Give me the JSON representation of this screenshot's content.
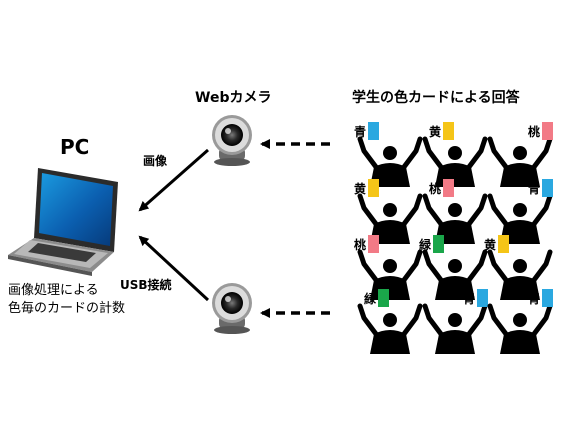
{
  "labels": {
    "pc": "PC",
    "camera_title": "Webカメラ",
    "students_title": "学生の色カードによる回答",
    "arrow_image": "画像",
    "arrow_usb": "USB接続",
    "processing_line1": "画像処理による",
    "processing_line2": "色毎のカードの計数"
  },
  "students": [
    {
      "word": "青",
      "color": "#2aa8e0",
      "side": "left"
    },
    {
      "word": "黄",
      "color": "#f5c518",
      "side": "left"
    },
    {
      "word": "桃",
      "color": "#f27a86",
      "side": "left"
    },
    {
      "word": "黄",
      "color": "#f5c518",
      "side": "left"
    },
    {
      "word": "桃",
      "color": "#f27a86",
      "side": "left"
    },
    {
      "word": "青",
      "color": "#2aa8e0",
      "side": "left"
    },
    {
      "word": "桃",
      "color": "#f27a86",
      "side": "left"
    },
    {
      "word": "緑",
      "color": "#1aa64a",
      "side": "left"
    },
    {
      "word": "黄",
      "color": "#f5c518",
      "side": "left"
    },
    {
      "word": "緑",
      "color": "#1aa64a",
      "side": "left"
    },
    {
      "word": "青",
      "color": "#2aa8e0",
      "side": "left"
    },
    {
      "word": "青",
      "color": "#2aa8e0",
      "side": "left"
    }
  ]
}
